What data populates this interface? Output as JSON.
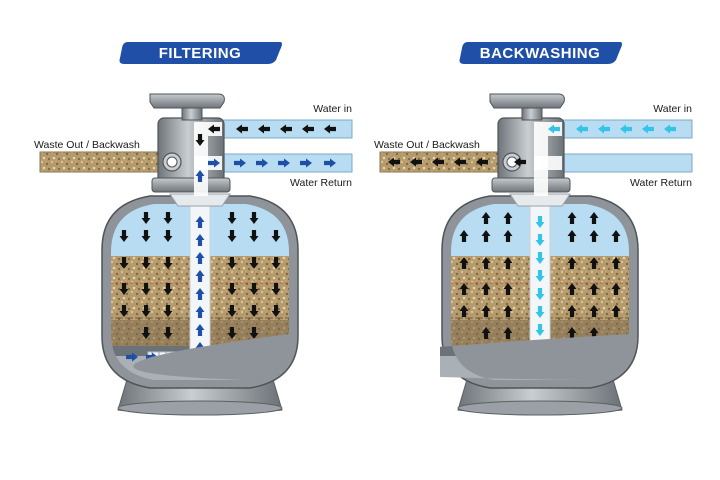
{
  "panels": [
    {
      "id": "filtering",
      "title": "FILTERING",
      "labels": {
        "water_in": "Water in",
        "waste_out": "Waste Out / Backwash",
        "water_return": "Water Return"
      },
      "flow_color": "#1f4fa6",
      "tank_arrows": "down"
    },
    {
      "id": "backwashing",
      "title": "BACKWASHING",
      "labels": {
        "water_in": "Water in",
        "waste_out": "Waste Out / Backwash",
        "water_return": "Water Return"
      },
      "flow_color": "#33c4e8",
      "tank_arrows": "up"
    }
  ],
  "colors": {
    "badge": "#1f4fa6",
    "water": "#b8dcf2",
    "sand": "#b59a6c",
    "tank_shell": "#8e9499",
    "dark_arrow": "#111111"
  }
}
